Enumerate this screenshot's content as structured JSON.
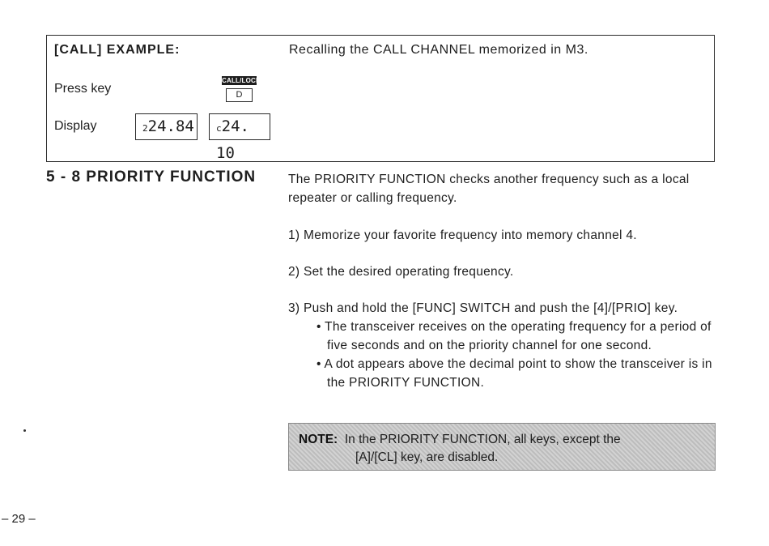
{
  "example": {
    "heading": "[CALL]  EXAMPLE:",
    "description": "Recalling the CALL CHANNEL memorized in M3.",
    "press_key_label": "Press key",
    "display_label": "Display",
    "key_label": "CALL/LOCK",
    "key_cap": "D",
    "lcd_before_prefix": "2",
    "lcd_before": "24.84",
    "lcd_after_prefix": "c",
    "lcd_after": "24. 10"
  },
  "section": {
    "heading": "5 - 8  PRIORITY FUNCTION",
    "intro": "The PRIORITY FUNCTION checks another frequency such as a local repeater or calling frequency.",
    "step1": "1) Memorize your favorite frequency into memory channel 4.",
    "step2": "2) Set the desired operating frequency.",
    "step3": "3) Push and hold the [FUNC] SWITCH and push the [4]/[PRIO] key.",
    "bullet1": "• The transceiver receives on the operating frequency for a period of five seconds and on the priority channel for one second.",
    "bullet2": "• A dot appears above the decimal point to show the transceiver is in the PRIORITY FUNCTION."
  },
  "note": {
    "label": "NOTE:",
    "line1": "In the PRIORITY FUNCTION, all keys, except the",
    "line2": "[A]/[CL] key, are disabled."
  },
  "page_number": "– 29 –"
}
